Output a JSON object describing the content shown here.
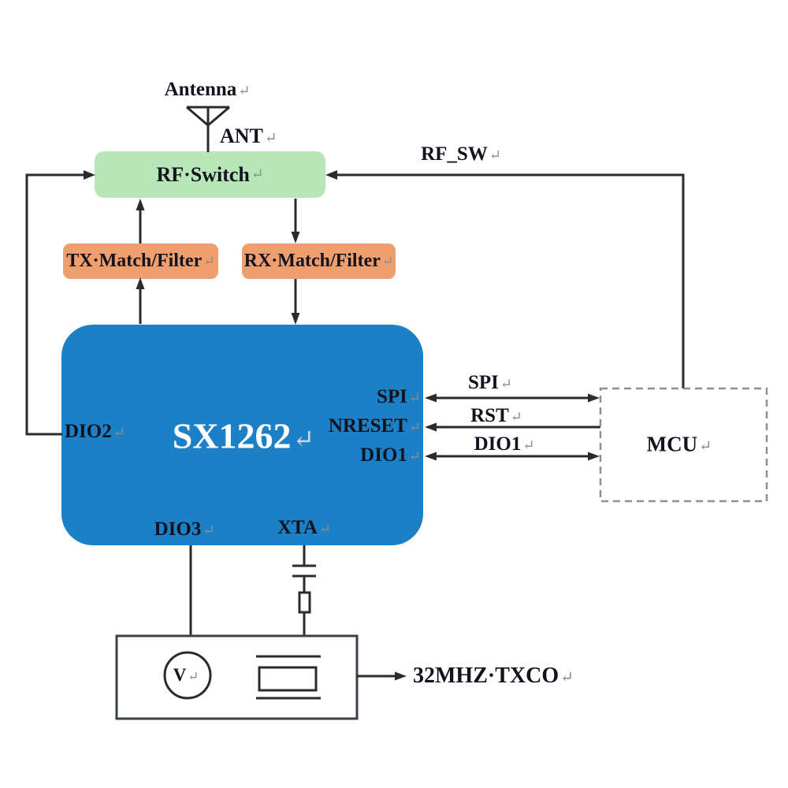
{
  "marks": {
    "ret": "↵"
  },
  "labels": {
    "antenna": "Antenna",
    "ant_port": "ANT",
    "rf_switch": "RF·Switch",
    "rf_sw_signal": "RF_SW",
    "tx_filter": "TX·Match/Filter",
    "rx_filter": "RX·Match/Filter",
    "soc_title": "SX1262",
    "pin_dio2": "DIO2",
    "pin_spi": "SPI",
    "pin_nreset": "NRESET",
    "pin_dio1": "DIO1",
    "pin_dio3": "DIO3",
    "pin_xta": "XTA",
    "bus_spi": "SPI",
    "bus_rst": "RST",
    "bus_dio1": "DIO1",
    "mcu": "MCU",
    "voltage_source": "V",
    "oscillator_output": "32MHZ·TXCO"
  },
  "colors": {
    "rf_switch_fill": "#b8e6b8",
    "filter_fill": "#ef9e6d",
    "soc_fill": "#1b80c6",
    "line": "#2b2b2b",
    "mcu_border": "#8f8f8f",
    "osc_border": "#39424b",
    "text": "#13131f",
    "soc_text": "#ffffff",
    "mark": "#8c8c8c"
  }
}
